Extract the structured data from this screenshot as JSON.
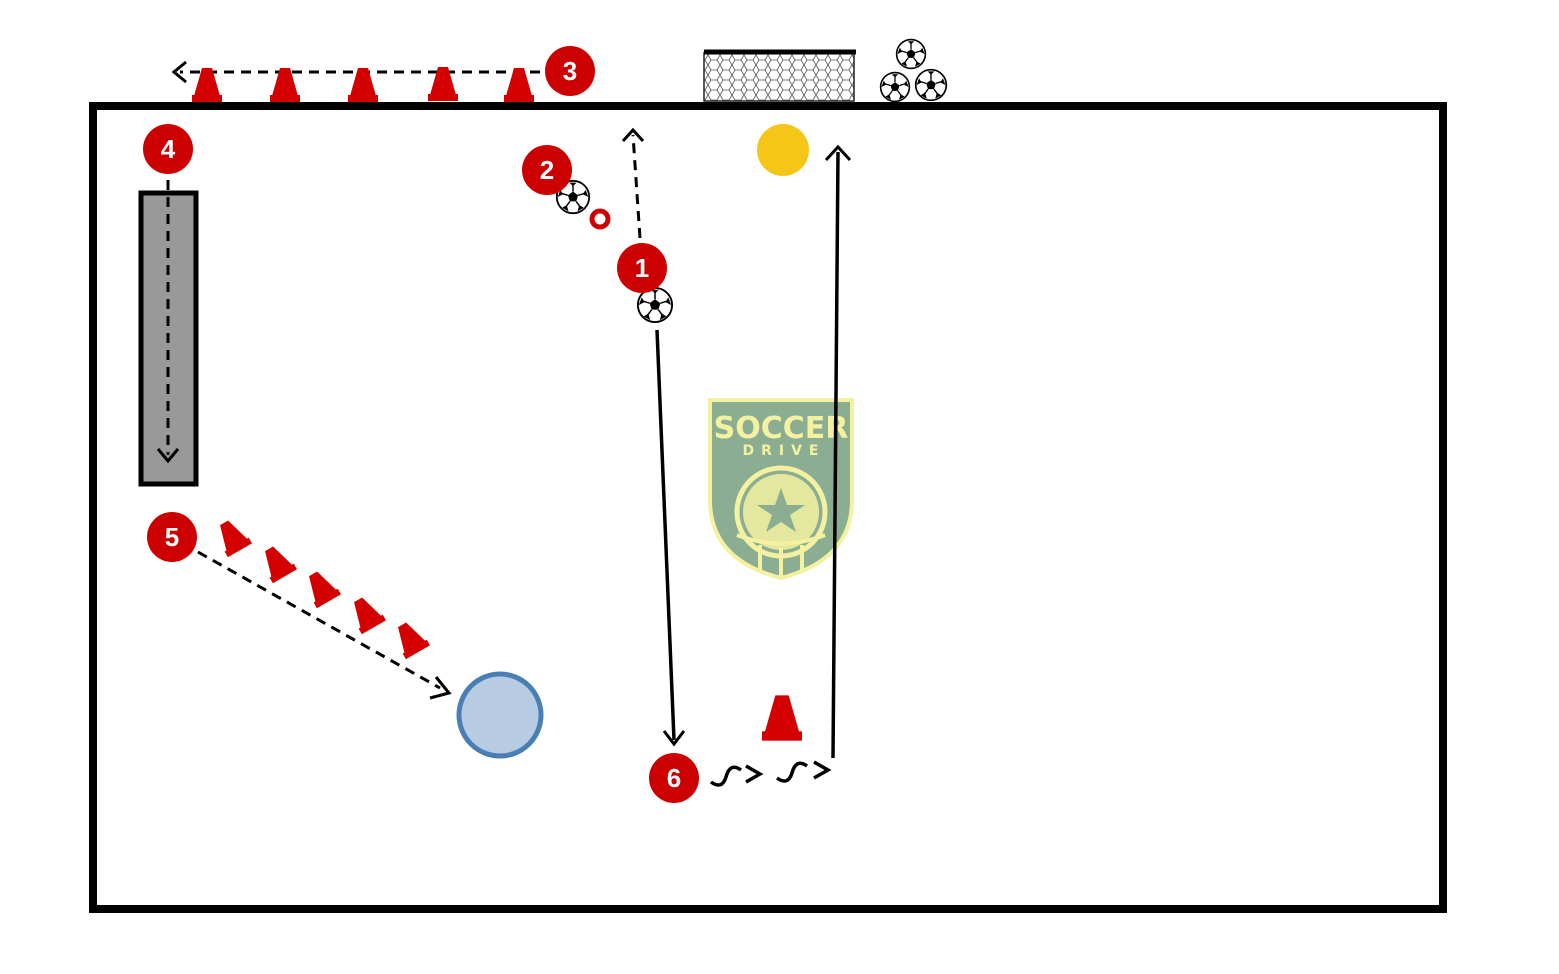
{
  "diagram": {
    "stations": [
      "1",
      "2",
      "3",
      "4",
      "5",
      "6"
    ],
    "logo": {
      "title": "SOCCER",
      "subtitle": "DRIVE"
    },
    "colors": {
      "field_line": "#000000",
      "cone": "#d40000",
      "badge": "#cc0000",
      "marker_yellow": "#f5c518",
      "marker_blue_fill": "#b7cce3",
      "marker_blue_stroke": "#4a7fb5",
      "ladder": "#999999",
      "logo_green": "#6f9a78",
      "logo_yellow": "#f2ee8a"
    },
    "icons": [
      "traffic-cone-icon",
      "soccer-ball-icon",
      "goal-net-icon",
      "agility-ladder-icon",
      "disc-marker-icon",
      "speed-ring-icon",
      "dribble-path-icon",
      "logo-icon"
    ]
  }
}
